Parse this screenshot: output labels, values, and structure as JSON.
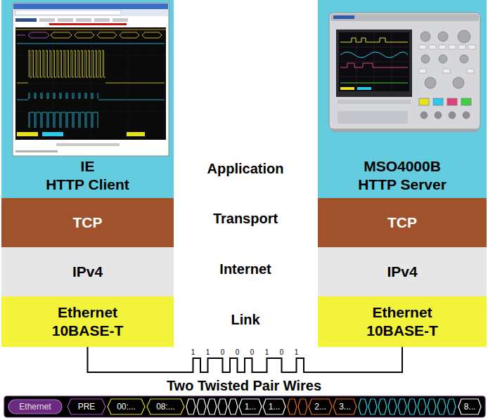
{
  "diagram": {
    "nodes": [
      {
        "text": [
          "IE",
          "HTTP Client"
        ]
      },
      {
        "text": [
          "TCP"
        ]
      },
      {
        "text": [
          "IPv4"
        ]
      },
      {
        "text": [
          "Ethernet",
          "10BASE-T"
        ]
      },
      {
        "text": [
          "MSO4000B",
          "HTTP Server"
        ]
      },
      {
        "text": [
          "TCP"
        ]
      },
      {
        "text": [
          "IPv4"
        ]
      },
      {
        "text": [
          "Ethernet",
          "10BASE-T"
        ]
      }
    ],
    "edges": [
      {
        "from": 3,
        "to": 7,
        "arrow": "none"
      }
    ],
    "labels": [
      "Application",
      "Transport",
      "Internet",
      "Link",
      "1",
      "1",
      "0",
      "0",
      "0",
      "1",
      "0",
      "1",
      "Two Twisted Pair Wires",
      "Ethernet",
      "PRE",
      "00:...",
      "08:...",
      "1...",
      "1...",
      "2...",
      "3...",
      "8..."
    ]
  }
}
